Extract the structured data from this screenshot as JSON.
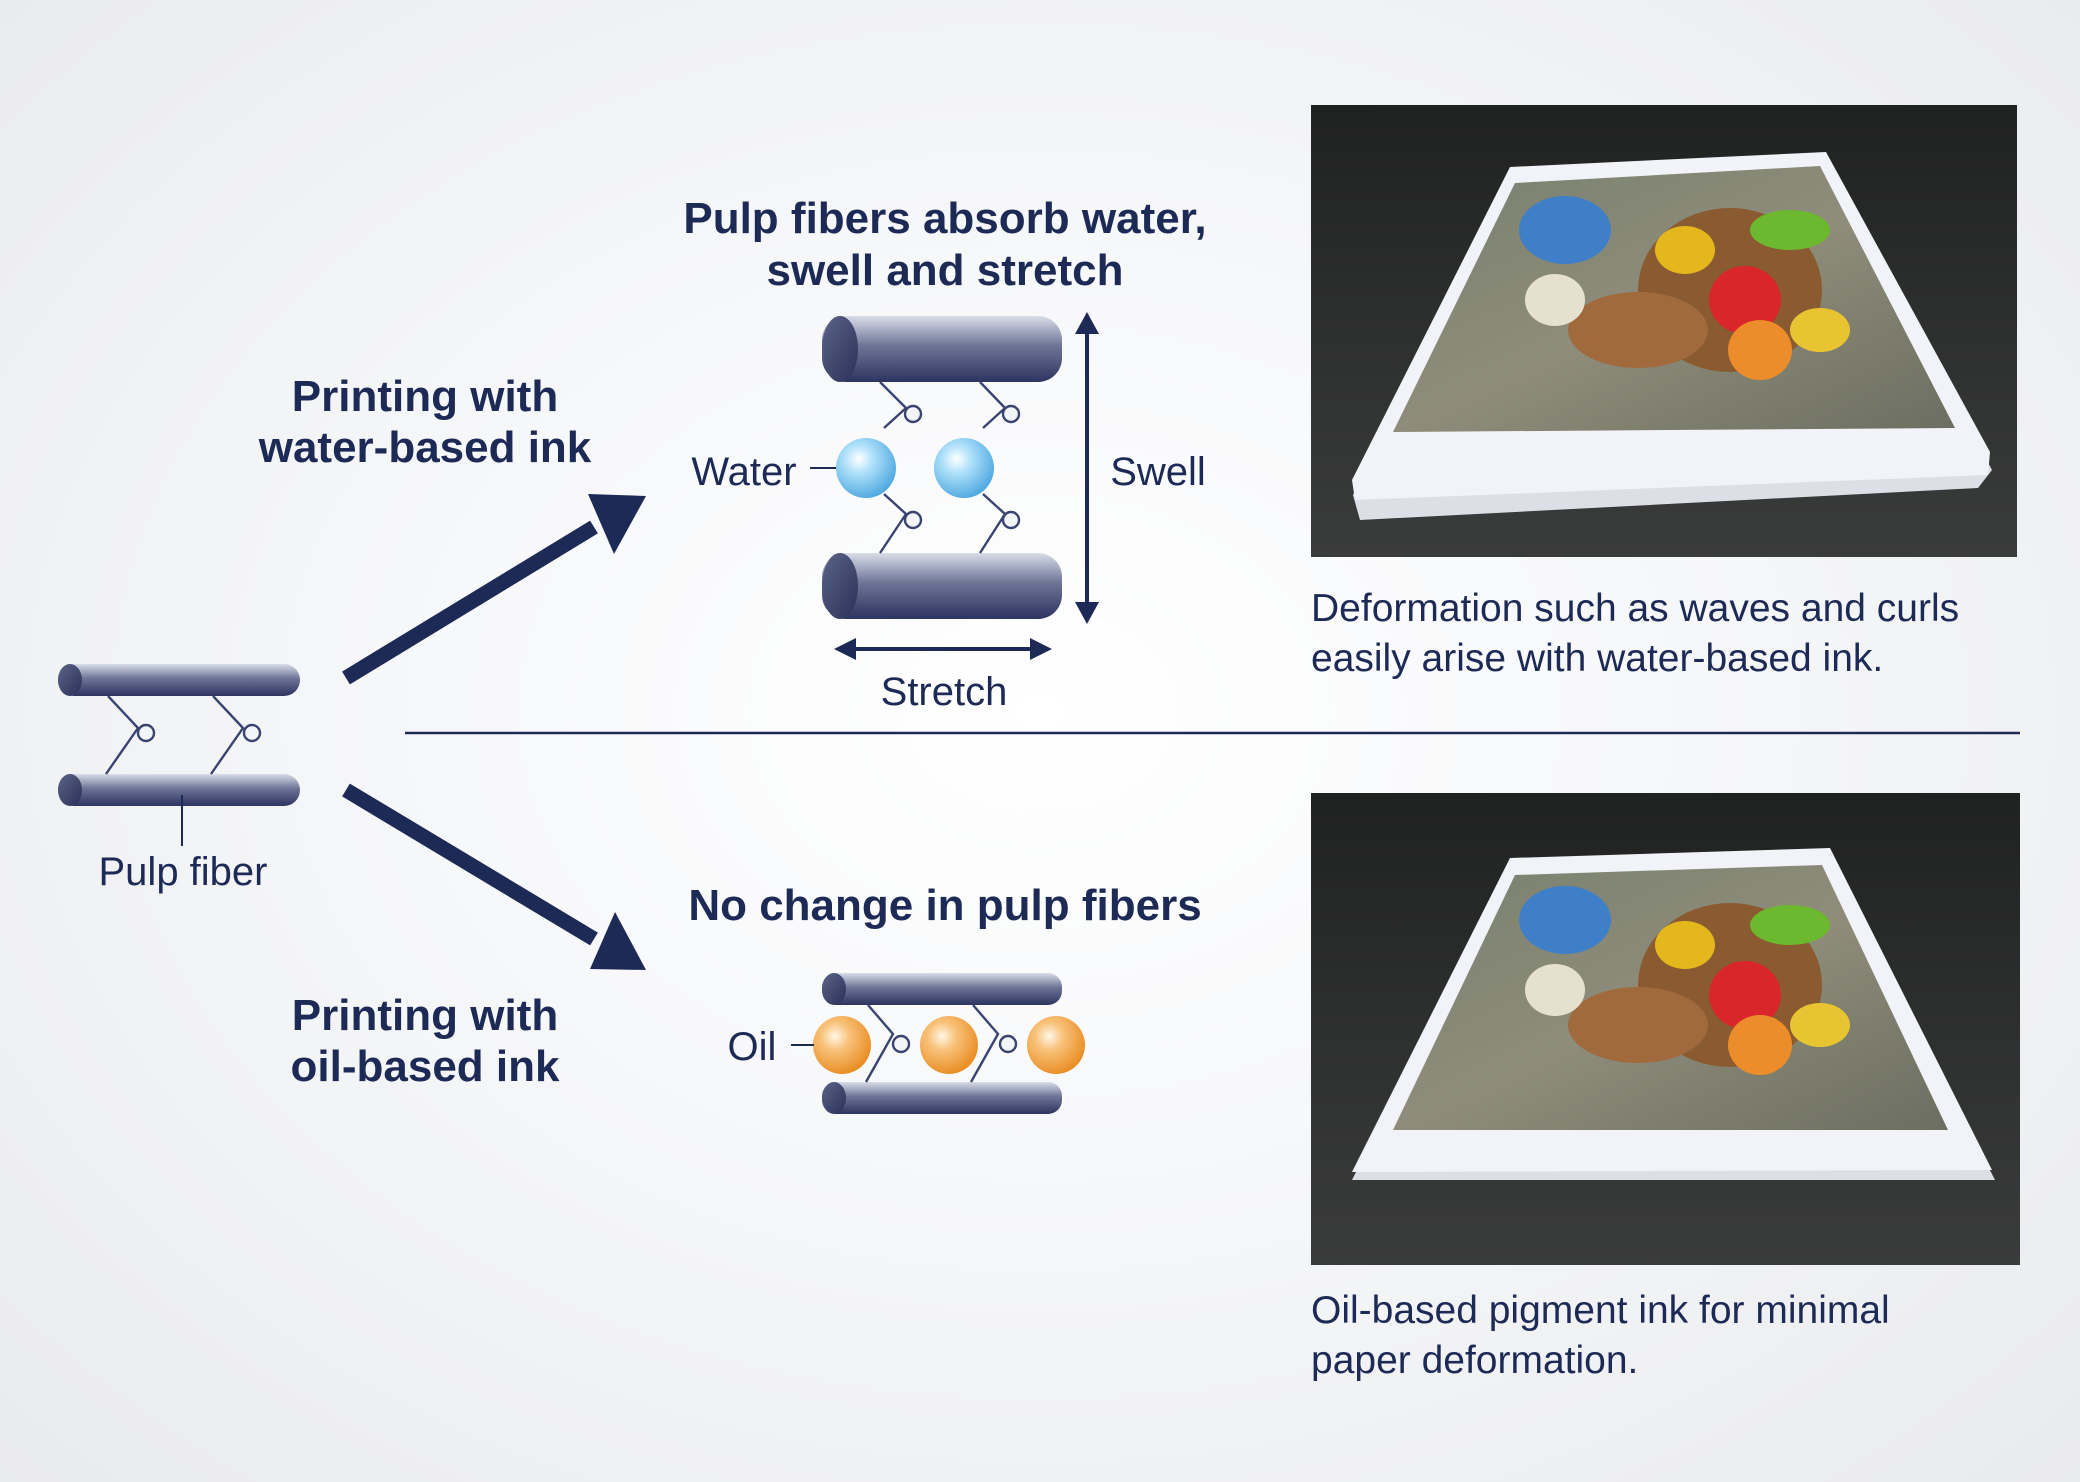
{
  "diagram": {
    "pulp_fiber_label": "Pulp fiber",
    "water_branch": {
      "label_line1": "Printing with",
      "label_line2": "water-based ink",
      "heading_line1": "Pulp fibers absorb water,",
      "heading_line2": "swell and stretch",
      "water_label": "Water",
      "swell_label": "Swell",
      "stretch_label": "Stretch",
      "caption_line1": "Deformation such as waves and curls",
      "caption_line2": "easily arise with water-based ink."
    },
    "oil_branch": {
      "label_line1": "Printing with",
      "label_line2": "oil-based ink",
      "heading": "No change in pulp fibers",
      "oil_label": "Oil",
      "caption_line1": "Oil-based pigment ink for minimal",
      "caption_line2": "paper deformation."
    },
    "colors": {
      "navy": "#1c2a55",
      "water_droplet": "#7cc4ee",
      "oil_droplet": "#f3a13e",
      "photo_background": "#2b2c2c"
    }
  }
}
